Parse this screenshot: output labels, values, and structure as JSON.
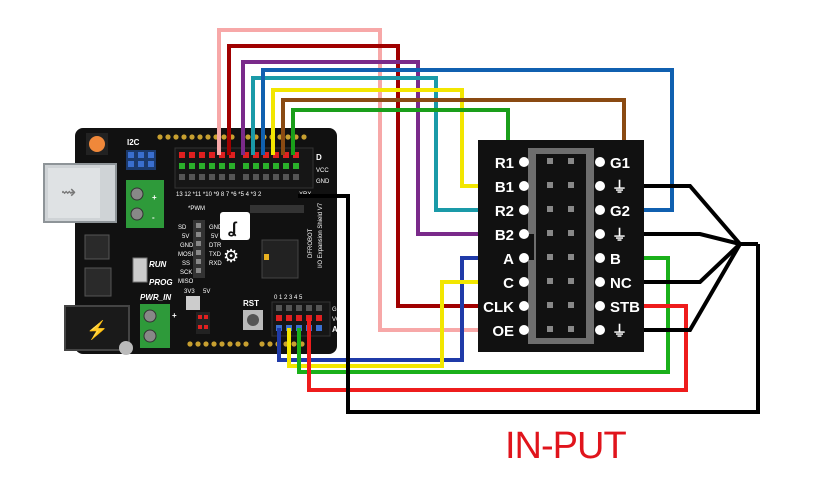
{
  "caption": "IN-PUT",
  "connector": {
    "left_labels": [
      "R1",
      "B1",
      "R2",
      "B2",
      "A",
      "C",
      "CLK",
      "OE"
    ],
    "right_labels": [
      "G1",
      "⏚",
      "G2",
      "⏚",
      "B",
      "NC",
      "STB",
      "⏚"
    ]
  },
  "board": {
    "name": "DFROBOT",
    "subtitle": "I/O Expansion Shield V7",
    "labels": {
      "i2c": "I2C",
      "pwm": "*PWM",
      "d": "D",
      "vcc": "VCC",
      "gnd": "GND",
      "xrx": "XRX",
      "run": "RUN",
      "prog": "PROG",
      "pwr_in": "PWR_IN",
      "rst": "RST",
      "a": "A",
      "vcc2": "VCC",
      "gnd2": "GND",
      "analog_pins": "0 1 2 3 4 5",
      "digital_pins": "13 12 *11 *10 *9 8   7 *6 *5 4 *3 2",
      "spi_labels": [
        "SD",
        "5V",
        "GND",
        "MOSI",
        "SS",
        "SCK",
        "MISO"
      ],
      "spi_labels2": [
        "GND",
        "5V",
        "DTR",
        "TXD",
        "RXD"
      ],
      "v3": "3V3",
      "v5": "5V"
    }
  },
  "wire_colors": {
    "R1": "#1a9e1a",
    "B1": "#f2e600",
    "R2": "#1a9aa8",
    "B2": "#7a2a8a",
    "A": "#1f3aa8",
    "C": "#f2e600",
    "CLK": "#a00000",
    "OE": "#f7a8a8",
    "G1": "#8a4a12",
    "G2": "#1060b0",
    "B": "#1ab01a",
    "STB": "#ee1c1c",
    "GND": "#000000"
  }
}
